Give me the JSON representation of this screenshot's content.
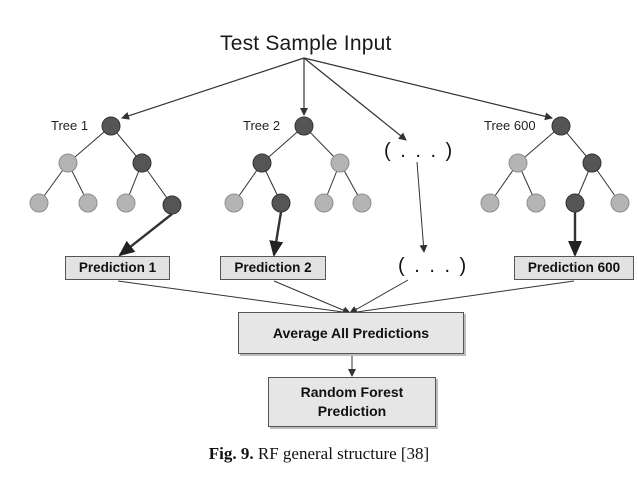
{
  "title": "Test Sample Input",
  "trees": [
    {
      "label": "Tree 1",
      "prediction": "Prediction 1"
    },
    {
      "label": "Tree 2",
      "prediction": "Prediction 2"
    },
    {
      "label": "Tree 600",
      "prediction": "Prediction 600"
    }
  ],
  "ellipsis_top": "( . . . )",
  "ellipsis_bottom": "( . . . )",
  "average_box": "Average All Predictions",
  "final_box_line1": "Random Forest",
  "final_box_line2": "Prediction",
  "caption": {
    "label": "Fig. 9.",
    "text": "RF general structure [38]"
  },
  "colors": {
    "dark_node": "#555555",
    "light_node": "#b4b4b4",
    "box_fill": "#e2e2e2",
    "line": "#333333"
  }
}
